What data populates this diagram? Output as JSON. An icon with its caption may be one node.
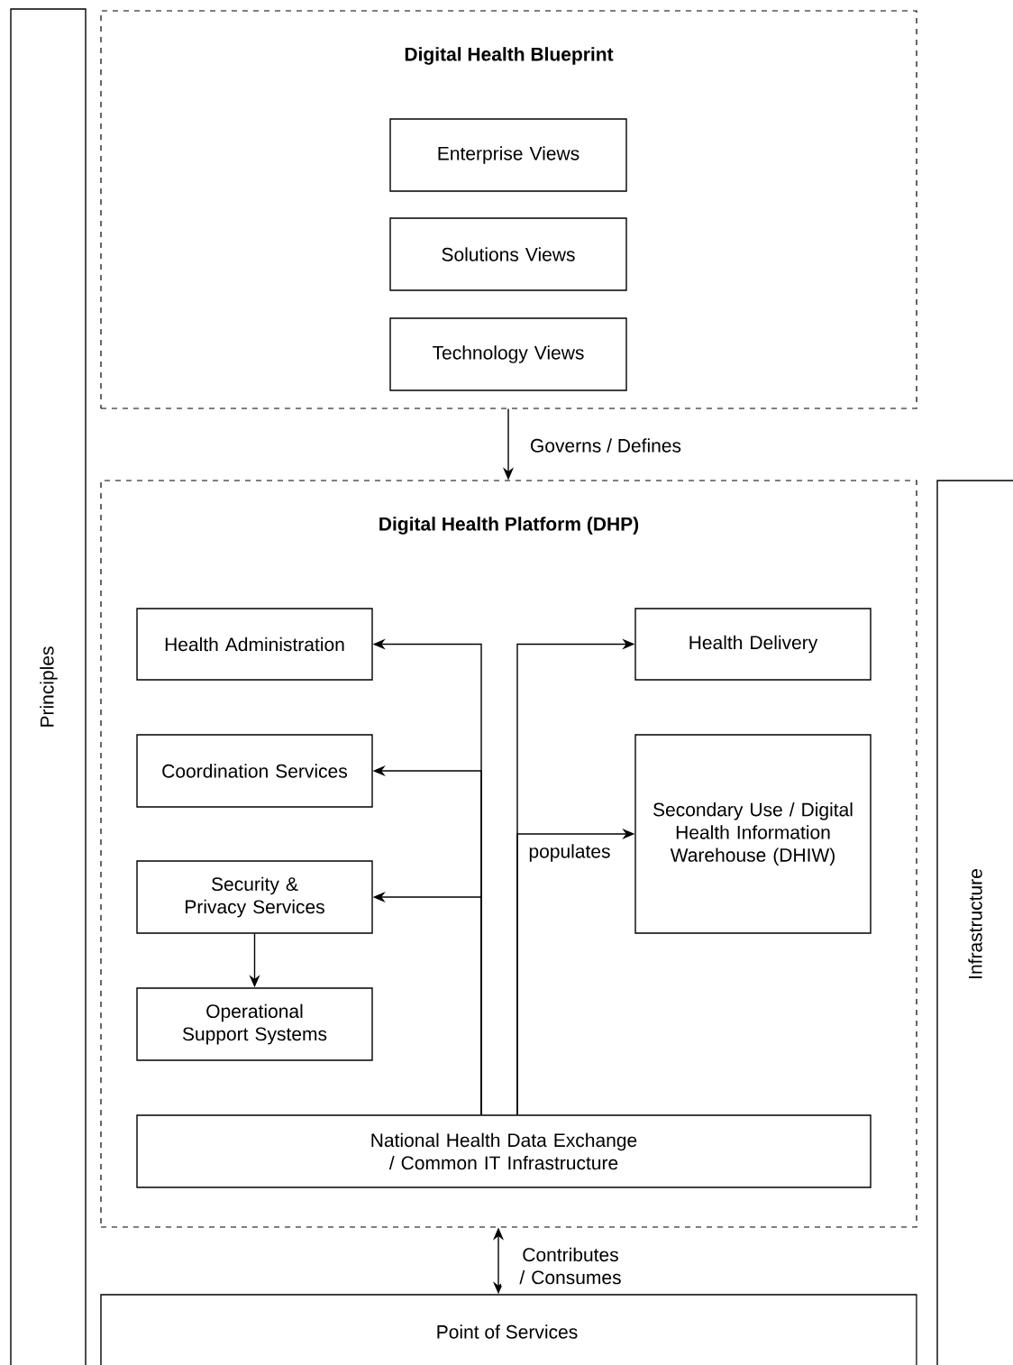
{
  "diagram": {
    "nodes": [
      {
        "text": [
          "Principles"
        ]
      },
      {
        "text": [
          "Digital Health Blueprint"
        ]
      },
      {
        "text": [
          "Enterprise Views"
        ],
        "in": 1
      },
      {
        "text": [
          "Solutions Views"
        ],
        "in": 1
      },
      {
        "text": [
          "Technology Views"
        ],
        "in": 1
      },
      {
        "text": [
          "Digital Health Platform (DHP)"
        ]
      },
      {
        "text": [
          "Health Administration"
        ],
        "in": 5
      },
      {
        "text": [
          "Coordination Services"
        ],
        "in": 5
      },
      {
        "text": [
          "Security & Privacy Services"
        ],
        "in": 5
      },
      {
        "text": [
          "Operational Support Systems"
        ],
        "in": 5
      },
      {
        "text": [
          "Health Delivery"
        ],
        "in": 5
      },
      {
        "text": [
          "Secondary Use / Digital Health Information Warehouse (DHIW)"
        ],
        "in": 5
      },
      {
        "text": [
          "National Health Data Exchange / Common IT Infrastructure"
        ],
        "in": 5
      },
      {
        "text": [
          "Infrastructure"
        ]
      },
      {
        "text": [
          "Point of Services"
        ]
      }
    ],
    "edges": [
      {
        "from": 1,
        "to": 5,
        "arrow": "to",
        "label": "Governs / Defines"
      },
      {
        "from": 12,
        "to": 6,
        "arrow": "to"
      },
      {
        "from": 12,
        "to": 7,
        "arrow": "to"
      },
      {
        "from": 12,
        "to": 8,
        "arrow": "to"
      },
      {
        "from": 12,
        "to": 10,
        "arrow": "to"
      },
      {
        "from": 12,
        "to": 11,
        "arrow": "to",
        "label": "populates"
      },
      {
        "from": 8,
        "to": 9,
        "arrow": "to"
      },
      {
        "from": 5,
        "to": 14,
        "arrow": "both",
        "label": "Contributes / Consumes"
      }
    ]
  }
}
